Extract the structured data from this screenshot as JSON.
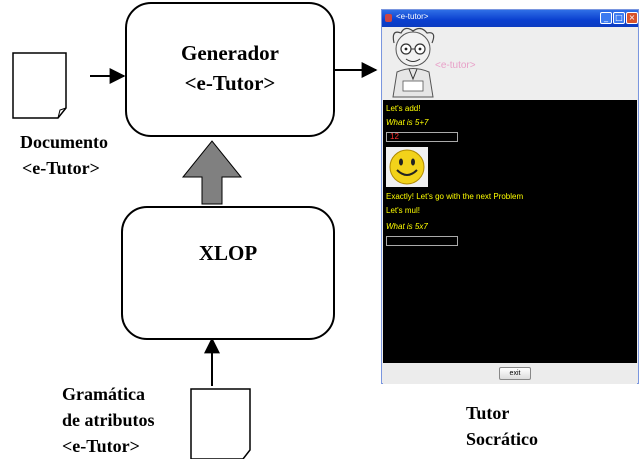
{
  "generator_box": {
    "line1": "Generador",
    "line2": "<e-Tutor>"
  },
  "xlop_box": {
    "label": "XLOP"
  },
  "documento_caption": {
    "line1": "Documento",
    "line2": "<e-Tutor>"
  },
  "gramatica_caption": {
    "line1": "Gramática",
    "line2": "de atributos",
    "line3": "<e-Tutor>"
  },
  "tutor_caption": {
    "line1": "Tutor",
    "line2": "Socrático"
  },
  "window": {
    "title": "<e-tutor>",
    "logo_text": "<e-tutor>",
    "lines": {
      "add_prompt": "Let's add!",
      "question1": "What is 5+7",
      "answer1": "12",
      "feedback": "Exactly! Let's go with the next Problem",
      "mul_prompt": "Let's mul!",
      "question2": "What is 5x7",
      "answer2": ""
    },
    "exit_label": "exit"
  },
  "colors": {
    "prompt_text": "#ffff00",
    "answer_text": "#ff3030",
    "arrow_fill": "#808080",
    "titlebar": "#0a3fcf"
  }
}
